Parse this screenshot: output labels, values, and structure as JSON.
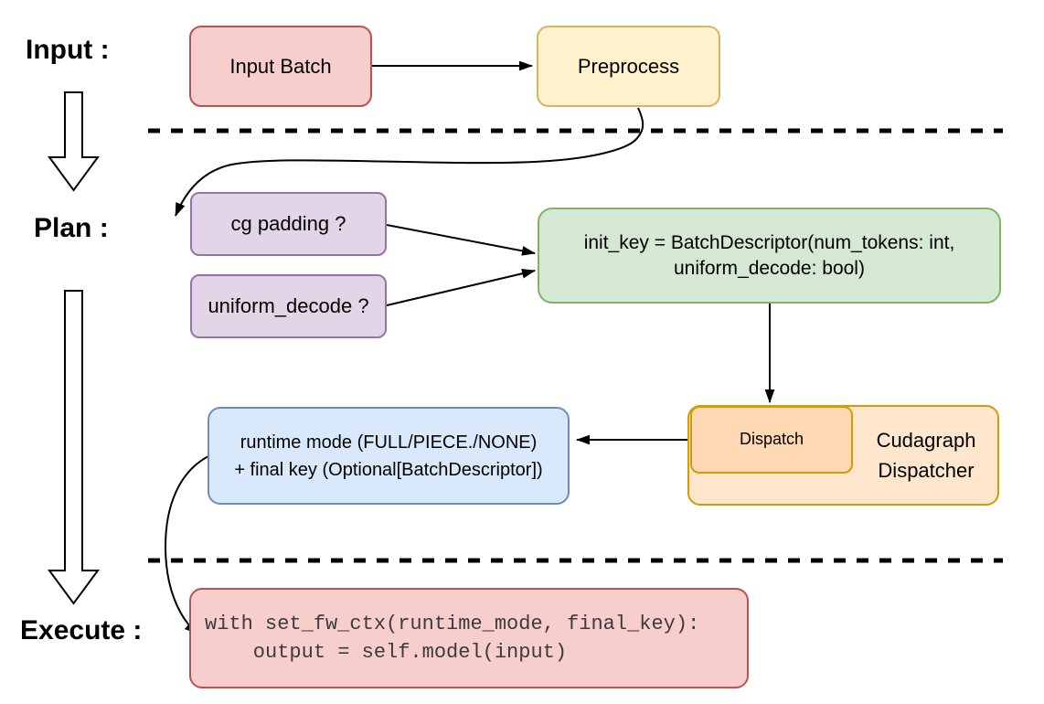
{
  "phase_labels": {
    "input": "Input :",
    "plan": "Plan :",
    "execute": "Execute :"
  },
  "nodes": {
    "input_batch": {
      "label": "Input Batch"
    },
    "preprocess": {
      "label": "Preprocess"
    },
    "cg_padding": {
      "label": "cg padding ?"
    },
    "uniform_decode": {
      "label": "uniform_decode ?"
    },
    "init_key": {
      "line1": "init_key = BatchDescriptor(num_tokens: int,",
      "line2": "uniform_decode: bool)"
    },
    "dispatch": {
      "label": "Dispatch"
    },
    "cudagraph_dispatcher": {
      "line1": "Cudagraph",
      "line2": "Dispatcher"
    },
    "runtime_mode": {
      "line1": "runtime mode (FULL/PIECE./NONE)",
      "line2": "+ final key (Optional[BatchDescriptor])"
    },
    "execute_code": {
      "line1": "with set_fw_ctx(runtime_mode, final_key):",
      "line2": "    output = self.model(input)"
    }
  },
  "colors": {
    "red_fill": "#f8cecc",
    "red_stroke": "#b85450",
    "yellow_fill": "#fff2cc",
    "yellow_stroke": "#d6b656",
    "purple_fill": "#e1d5e7",
    "purple_stroke": "#9673a6",
    "green_fill": "#d5e8d4",
    "green_stroke": "#82b366",
    "blue_fill": "#dae8fc",
    "blue_stroke": "#6c8ebf",
    "orange_fill": "#ffe6cc",
    "orange_inner_fill": "#ffd9b3",
    "orange_stroke": "#d79b00",
    "connector": "#000000",
    "code_text": "#3b3b3b"
  }
}
